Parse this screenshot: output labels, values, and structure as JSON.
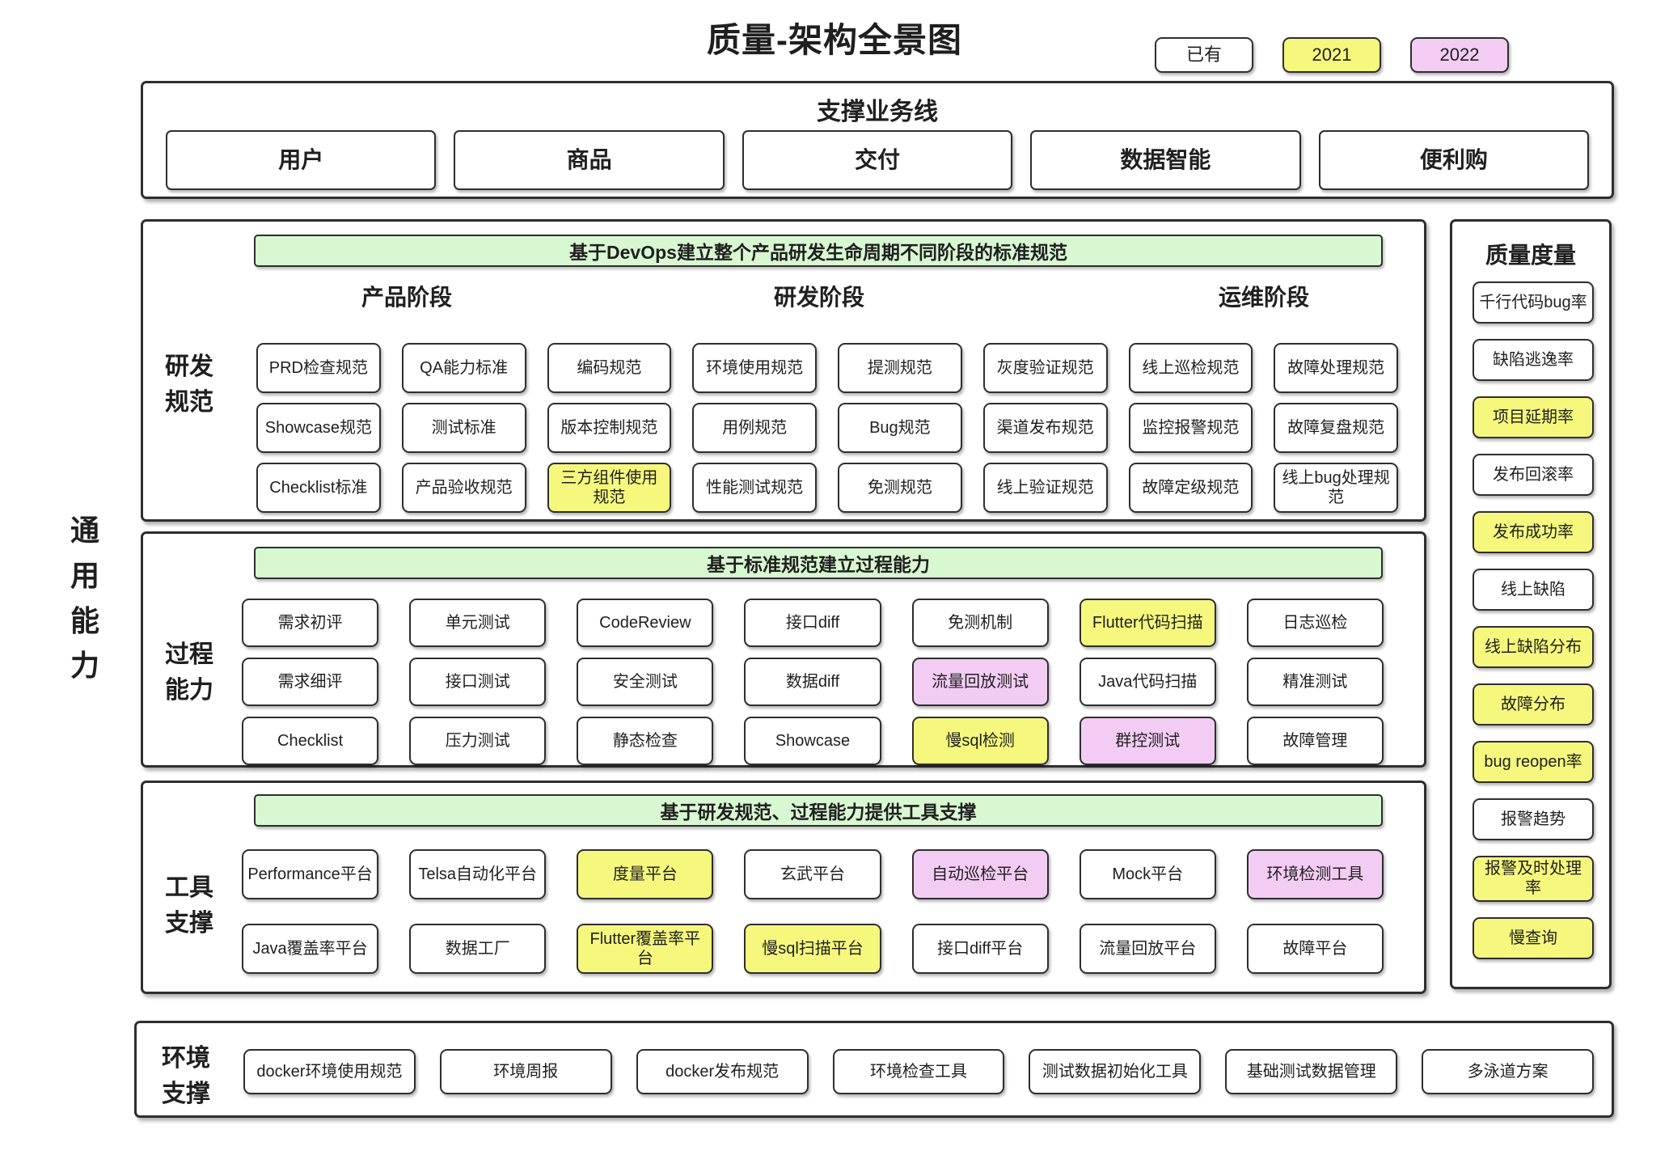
{
  "title": "质量-架构全景图",
  "colors": {
    "existing": "#ffffff",
    "y2021": "#f6f87d",
    "y2022": "#f3ccf4",
    "banner_green": "#d8f8d2",
    "border": "#2e2e2e"
  },
  "legend": {
    "items": [
      {
        "label": "已有",
        "type": "existing"
      },
      {
        "label": "2021",
        "type": "y2021"
      },
      {
        "label": "2022",
        "type": "y2022"
      }
    ]
  },
  "left_label": "通用能力",
  "business": {
    "title": "支撑业务线",
    "items": [
      "用户",
      "商品",
      "交付",
      "数据智能",
      "便利购"
    ]
  },
  "dev_standards": {
    "label": "研发规范",
    "banner": "基于DevOps建立整个产品研发生命周期不同阶段的标准规范",
    "phases": [
      "产品阶段",
      "研发阶段",
      "运维阶段"
    ],
    "rows": [
      [
        {
          "label": "PRD检查规范",
          "type": "existing"
        },
        {
          "label": "QA能力标准",
          "type": "existing"
        },
        {
          "label": "编码规范",
          "type": "existing"
        },
        {
          "label": "环境使用规范",
          "type": "existing"
        },
        {
          "label": "提测规范",
          "type": "existing"
        },
        {
          "label": "灰度验证规范",
          "type": "existing"
        },
        {
          "label": "线上巡检规范",
          "type": "existing"
        },
        {
          "label": "故障处理规范",
          "type": "existing"
        }
      ],
      [
        {
          "label": "Showcase规范",
          "type": "existing"
        },
        {
          "label": "测试标准",
          "type": "existing"
        },
        {
          "label": "版本控制规范",
          "type": "existing"
        },
        {
          "label": "用例规范",
          "type": "existing"
        },
        {
          "label": "Bug规范",
          "type": "existing"
        },
        {
          "label": "渠道发布规范",
          "type": "existing"
        },
        {
          "label": "监控报警规范",
          "type": "existing"
        },
        {
          "label": "故障复盘规范",
          "type": "existing"
        }
      ],
      [
        {
          "label": "Checklist标准",
          "type": "existing"
        },
        {
          "label": "产品验收规范",
          "type": "existing"
        },
        {
          "label": "三方组件使用规范",
          "type": "y2021"
        },
        {
          "label": "性能测试规范",
          "type": "existing"
        },
        {
          "label": "免测规范",
          "type": "existing"
        },
        {
          "label": "线上验证规范",
          "type": "existing"
        },
        {
          "label": "故障定级规范",
          "type": "existing"
        },
        {
          "label": "线上bug处理规范",
          "type": "existing"
        }
      ]
    ]
  },
  "process": {
    "label": "过程能力",
    "banner": "基于标准规范建立过程能力",
    "rows": [
      [
        {
          "label": "需求初评",
          "type": "existing"
        },
        {
          "label": "单元测试",
          "type": "existing"
        },
        {
          "label": "CodeReview",
          "type": "existing"
        },
        {
          "label": "接口diff",
          "type": "existing"
        },
        {
          "label": "免测机制",
          "type": "existing"
        },
        {
          "label": "Flutter代码扫描",
          "type": "y2021"
        },
        {
          "label": "日志巡检",
          "type": "existing"
        }
      ],
      [
        {
          "label": "需求细评",
          "type": "existing"
        },
        {
          "label": "接口测试",
          "type": "existing"
        },
        {
          "label": "安全测试",
          "type": "existing"
        },
        {
          "label": "数据diff",
          "type": "existing"
        },
        {
          "label": "流量回放测试",
          "type": "y2022"
        },
        {
          "label": "Java代码扫描",
          "type": "existing"
        },
        {
          "label": "精准测试",
          "type": "existing"
        }
      ],
      [
        {
          "label": "Checklist",
          "type": "existing"
        },
        {
          "label": "压力测试",
          "type": "existing"
        },
        {
          "label": "静态检查",
          "type": "existing"
        },
        {
          "label": "Showcase",
          "type": "existing"
        },
        {
          "label": "慢sql检测",
          "type": "y2021"
        },
        {
          "label": "群控测试",
          "type": "y2022"
        },
        {
          "label": "故障管理",
          "type": "existing"
        }
      ]
    ]
  },
  "tools": {
    "label": "工具支撑",
    "banner": "基于研发规范、过程能力提供工具支撑",
    "rows": [
      [
        {
          "label": "Performance平台",
          "type": "existing"
        },
        {
          "label": "Telsa自动化平台",
          "type": "existing"
        },
        {
          "label": "度量平台",
          "type": "y2021"
        },
        {
          "label": "玄武平台",
          "type": "existing"
        },
        {
          "label": "自动巡检平台",
          "type": "y2022"
        },
        {
          "label": "Mock平台",
          "type": "existing"
        },
        {
          "label": "环境检测工具",
          "type": "y2022"
        }
      ],
      [
        {
          "label": "Java覆盖率平台",
          "type": "existing"
        },
        {
          "label": "数据工厂",
          "type": "existing"
        },
        {
          "label": "Flutter覆盖率平台",
          "type": "y2021"
        },
        {
          "label": "慢sql扫描平台",
          "type": "y2021"
        },
        {
          "label": "接口diff平台",
          "type": "existing"
        },
        {
          "label": "流量回放平台",
          "type": "existing"
        },
        {
          "label": "故障平台",
          "type": "existing"
        }
      ]
    ]
  },
  "environment": {
    "label": "环境支撑",
    "items": [
      "docker环境使用规范",
      "环境周报",
      "docker发布规范",
      "环境检查工具",
      "测试数据初始化工具",
      "基础测试数据管理",
      "多泳道方案"
    ]
  },
  "metrics": {
    "title": "质量度量",
    "items": [
      {
        "label": "千行代码bug率",
        "type": "existing"
      },
      {
        "label": "缺陷逃逸率",
        "type": "existing"
      },
      {
        "label": "项目延期率",
        "type": "y2021"
      },
      {
        "label": "发布回滚率",
        "type": "existing"
      },
      {
        "label": "发布成功率",
        "type": "y2021"
      },
      {
        "label": "线上缺陷",
        "type": "existing"
      },
      {
        "label": "线上缺陷分布",
        "type": "y2021"
      },
      {
        "label": "故障分布",
        "type": "y2021"
      },
      {
        "label": "bug reopen率",
        "type": "y2021"
      },
      {
        "label": "报警趋势",
        "type": "existing"
      },
      {
        "label": "报警及时处理率",
        "type": "y2021"
      },
      {
        "label": "慢查询",
        "type": "y2021"
      }
    ]
  }
}
